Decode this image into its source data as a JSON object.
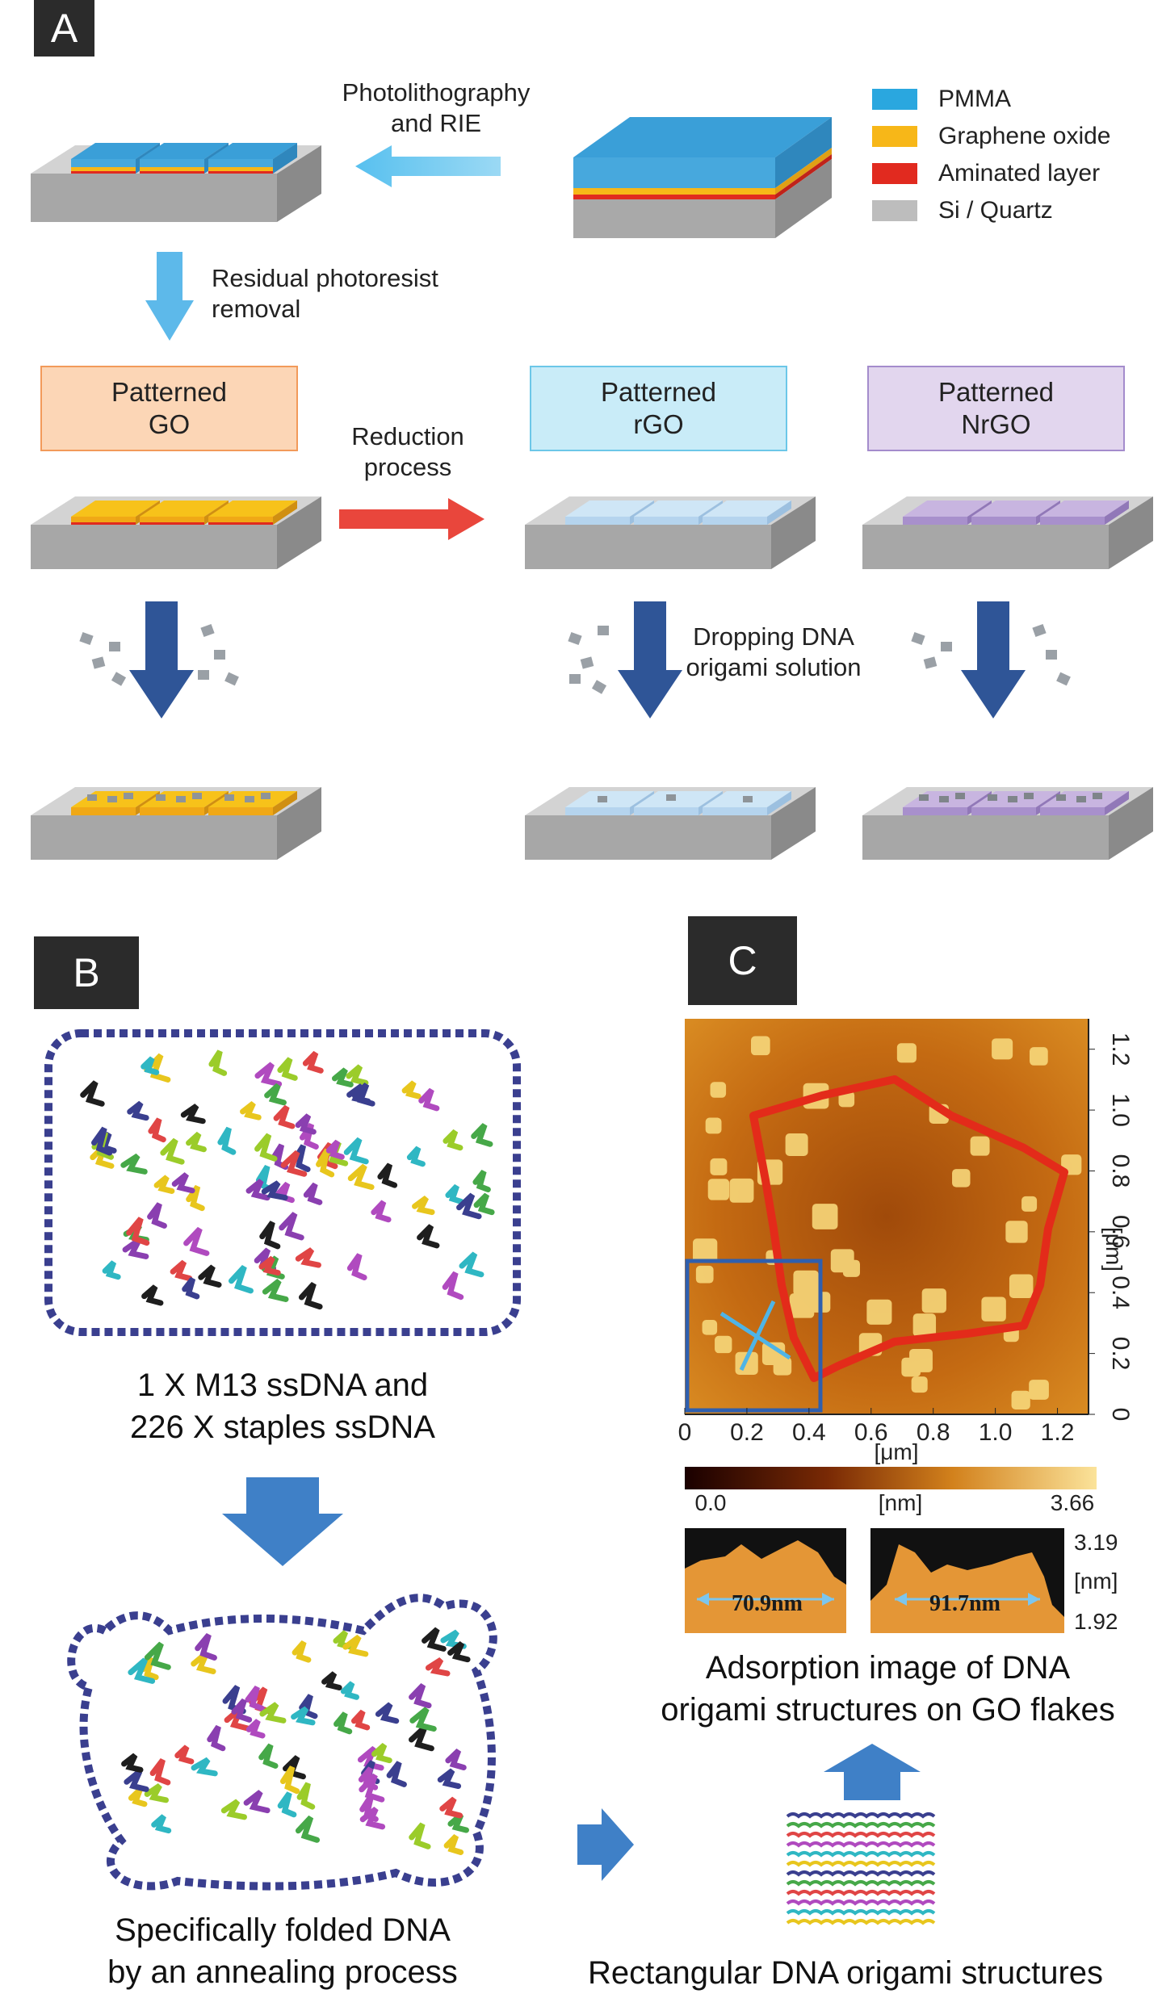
{
  "panels": {
    "a": "A",
    "b": "B",
    "c": "C"
  },
  "legend": [
    {
      "label": "PMMA",
      "color": "#2aa7df"
    },
    {
      "label": "Graphene oxide",
      "color": "#f7b718"
    },
    {
      "label": "Aminated layer",
      "color": "#e12a1f"
    },
    {
      "label": "Si / Quartz",
      "color": "#bdbdbd"
    }
  ],
  "steps": {
    "photolithography_line1": "Photolithography",
    "photolithography_line2": "and RIE",
    "residual_line1": "Residual photoresist",
    "residual_line2": "removal",
    "reduction_line1": "Reduction",
    "reduction_line2": "process",
    "dropping_line1": "Dropping DNA",
    "dropping_line2": "origami solution"
  },
  "boxes": {
    "go": {
      "line1": "Patterned",
      "line2": "GO",
      "fill": "#fcd6b6",
      "border": "#f29a5a"
    },
    "rgo": {
      "line1": "Patterned",
      "line2": "rGO",
      "fill": "#c9ecf8",
      "border": "#6cc7e8"
    },
    "nrgo": {
      "line1": "Patterned",
      "line2": "NrGO",
      "fill": "#e2d6ee",
      "border": "#a48ccc"
    }
  },
  "panel_b": {
    "caption1_line1": "1 X M13 ssDNA and",
    "caption1_line2": "226 X staples ssDNA",
    "caption2_line1": "Specifically folded DNA",
    "caption2_line2": "by an annealing process",
    "caption3": "Rectangular DNA origami structures"
  },
  "panel_c": {
    "x_ticks": [
      "0",
      "0.2",
      "0.4",
      "0.6",
      "0.8",
      "1.0",
      "1.2"
    ],
    "y_ticks": [
      "0",
      "0.2",
      "0.4",
      "0.6",
      "0.8",
      "1.0",
      "1.2"
    ],
    "x_unit": "[μm]",
    "y_unit": "[μm]",
    "colorbar_min": "0.0",
    "colorbar_unit": "[nm]",
    "colorbar_max": "3.66",
    "profile1_label": "70.9nm",
    "profile2_label": "91.7nm",
    "profile_max": "3.19",
    "profile_unit": "[nm]",
    "profile_min": "1.92",
    "caption_line1": "Adsorption image of DNA",
    "caption_line2": "origami structures on GO flakes"
  }
}
